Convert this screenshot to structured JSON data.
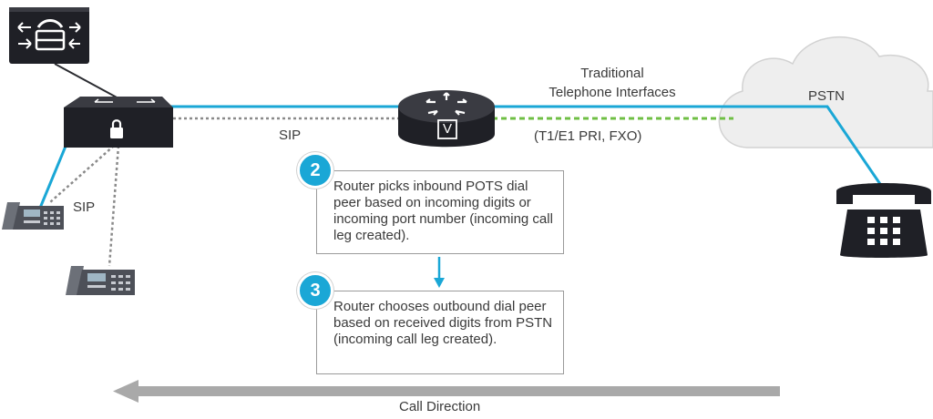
{
  "labels": {
    "sip_left": "SIP",
    "sip_mid": "SIP",
    "traditional": "Traditional\nTelephone Interfaces",
    "pstn": "PSTN",
    "t1e1": "(T1/E1 PRI, FXO)",
    "call_direction": "Call Direction",
    "router_mark": "V"
  },
  "steps": [
    {
      "num": "2",
      "text": "Router picks inbound POTS dial peer based on incoming digits or incoming port number (incoming call leg created)."
    },
    {
      "num": "3",
      "text": "Router chooses outbound dial peer based on received digits from PSTN (incoming call leg created)."
    }
  ],
  "colors": {
    "accent": "#1aa7d6",
    "dark_device": "#1f2026",
    "green_dash": "#6fbf44",
    "gray_dash": "#8a8a8a",
    "arrow_gray": "#a9a9a9",
    "cloud": "#eeeeee"
  }
}
